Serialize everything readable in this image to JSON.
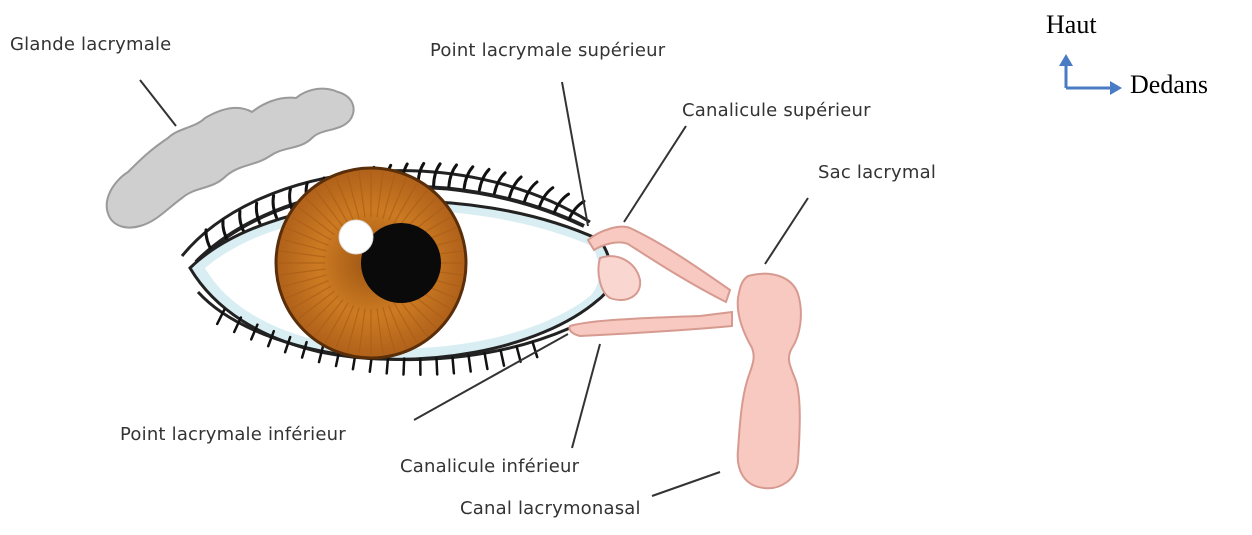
{
  "labels": {
    "glande_lacrymale": "Glande lacrymale",
    "point_superieur": "Point lacrymale supérieur",
    "canalicule_superieur": "Canalicule supérieur",
    "sac_lacrymal": "Sac lacrymal",
    "point_inferieur": "Point lacrymale inférieur",
    "canalicule_inferieur": "Canalicule inférieur",
    "canal_lacrymonasal": "Canal lacrymonasal"
  },
  "orientation": {
    "up": "Haut",
    "inward": "Dedans"
  },
  "colors": {
    "iris": "#c8741e",
    "iris_dark": "#8a4a12",
    "pupil": "#0a0a0a",
    "sclera": "#ffffff",
    "eye_rim": "#cfe9f0",
    "lacrimal_pink": "#f7c9c0",
    "lacrimal_outline": "#d79a90",
    "gland_gray": "#cfcfcf",
    "leader_line": "#333333",
    "arrow_blue": "#4a7cc4"
  }
}
